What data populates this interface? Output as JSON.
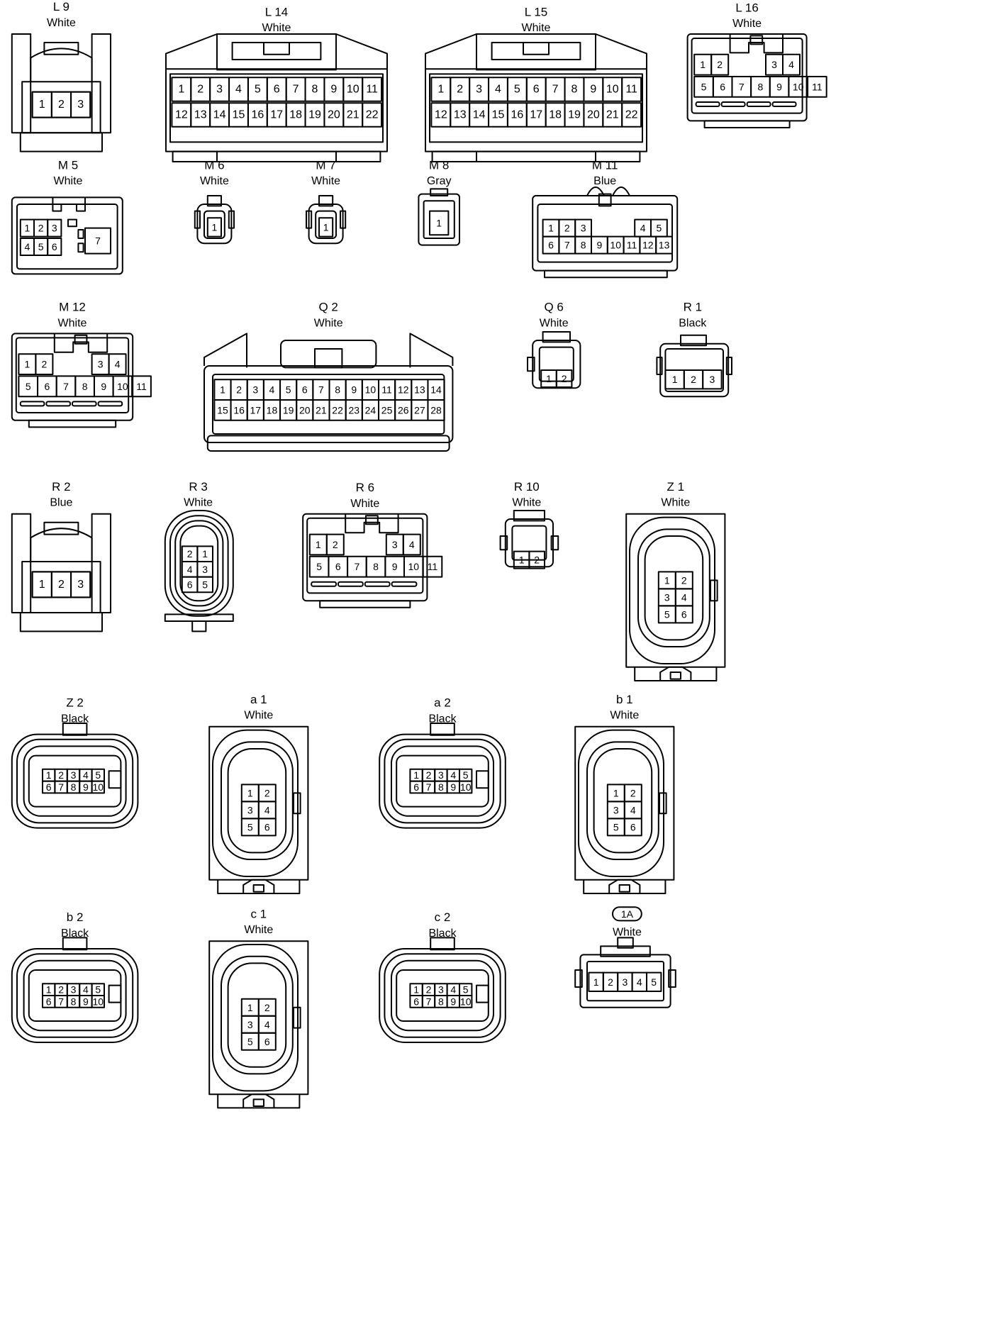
{
  "connectors": [
    {
      "id": "L 9",
      "color": "White"
    },
    {
      "id": "L 14",
      "color": "White"
    },
    {
      "id": "L 15",
      "color": "White"
    },
    {
      "id": "L 16",
      "color": "White"
    },
    {
      "id": "M 5",
      "color": "White"
    },
    {
      "id": "M 6",
      "color": "White"
    },
    {
      "id": "M 7",
      "color": "White"
    },
    {
      "id": "M 8",
      "color": "Gray"
    },
    {
      "id": "M 11",
      "color": "Blue"
    },
    {
      "id": "M 12",
      "color": "White"
    },
    {
      "id": "Q 2",
      "color": "White"
    },
    {
      "id": "Q 6",
      "color": "White"
    },
    {
      "id": "R 1",
      "color": "Black"
    },
    {
      "id": "R 2",
      "color": "Blue"
    },
    {
      "id": "R 3",
      "color": "White"
    },
    {
      "id": "R 6",
      "color": "White"
    },
    {
      "id": "R 10",
      "color": "White"
    },
    {
      "id": "Z 1",
      "color": "White"
    },
    {
      "id": "Z 2",
      "color": "Black"
    },
    {
      "id": "a 1",
      "color": "White"
    },
    {
      "id": "a 2",
      "color": "Black"
    },
    {
      "id": "b 1",
      "color": "White"
    },
    {
      "id": "b 2",
      "color": "Black"
    },
    {
      "id": "c 1",
      "color": "White"
    },
    {
      "id": "c 2",
      "color": "Black"
    },
    {
      "id": "1A",
      "color": "White"
    }
  ],
  "pins": {
    "L9": [
      "1",
      "2",
      "3"
    ],
    "L14": [
      "1",
      "2",
      "3",
      "4",
      "5",
      "6",
      "7",
      "8",
      "9",
      "10",
      "11",
      "12",
      "13",
      "14",
      "15",
      "16",
      "17",
      "18",
      "19",
      "20",
      "21",
      "22"
    ],
    "L15": [
      "1",
      "2",
      "3",
      "4",
      "5",
      "6",
      "7",
      "8",
      "9",
      "10",
      "11",
      "12",
      "13",
      "14",
      "15",
      "16",
      "17",
      "18",
      "19",
      "20",
      "21",
      "22"
    ],
    "L16": [
      "1",
      "2",
      "3",
      "4",
      "5",
      "6",
      "7",
      "8",
      "9",
      "10",
      "11"
    ],
    "M5": [
      "1",
      "2",
      "3",
      "4",
      "5",
      "6",
      "7"
    ],
    "M6": [
      "1"
    ],
    "M7": [
      "1"
    ],
    "M8": [
      "1"
    ],
    "M11": [
      "1",
      "2",
      "3",
      "4",
      "5",
      "6",
      "7",
      "8",
      "9",
      "10",
      "11",
      "12",
      "13"
    ],
    "M12": [
      "1",
      "2",
      "3",
      "4",
      "5",
      "6",
      "7",
      "8",
      "9",
      "10",
      "11"
    ],
    "Q2": [
      "1",
      "2",
      "3",
      "4",
      "5",
      "6",
      "7",
      "8",
      "9",
      "10",
      "11",
      "12",
      "13",
      "14",
      "15",
      "16",
      "17",
      "18",
      "19",
      "20",
      "21",
      "22",
      "23",
      "24",
      "25",
      "26",
      "27",
      "28"
    ],
    "Q6": [
      "1",
      "2"
    ],
    "R1": [
      "1",
      "2",
      "3"
    ],
    "R2": [
      "1",
      "2",
      "3"
    ],
    "R3": [
      "2",
      "1",
      "4",
      "3",
      "6",
      "5"
    ],
    "R6": [
      "1",
      "2",
      "3",
      "4",
      "5",
      "6",
      "7",
      "8",
      "9",
      "10",
      "11"
    ],
    "R10": [
      "1",
      "2"
    ],
    "Z1": [
      "1",
      "2",
      "3",
      "4",
      "5",
      "6"
    ],
    "Z2": [
      "1",
      "2",
      "3",
      "4",
      "5",
      "6",
      "7",
      "8",
      "9",
      "10"
    ],
    "a1": [
      "1",
      "2",
      "3",
      "4",
      "5",
      "6"
    ],
    "a2": [
      "1",
      "2",
      "3",
      "4",
      "5",
      "6",
      "7",
      "8",
      "9",
      "10"
    ],
    "b1": [
      "1",
      "2",
      "3",
      "4",
      "5",
      "6"
    ],
    "b2": [
      "1",
      "2",
      "3",
      "4",
      "5",
      "6",
      "7",
      "8",
      "9",
      "10"
    ],
    "c1": [
      "1",
      "2",
      "3",
      "4",
      "5",
      "6"
    ],
    "c2": [
      "1",
      "2",
      "3",
      "4",
      "5",
      "6",
      "7",
      "8",
      "9",
      "10"
    ],
    "1A": [
      "1",
      "2",
      "3",
      "4",
      "5"
    ]
  }
}
